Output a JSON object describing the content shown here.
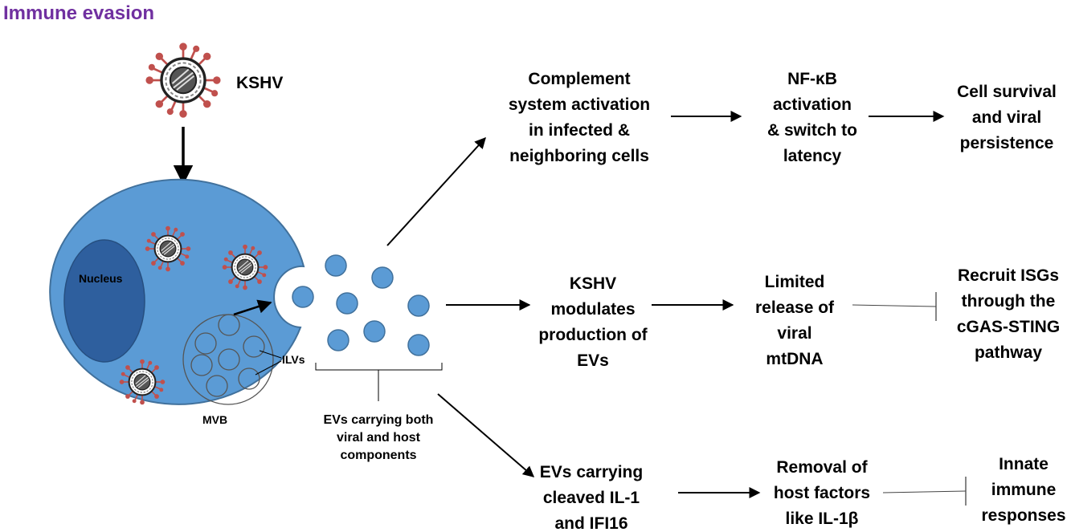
{
  "title": "Immune evasion",
  "virus_label": "KSHV",
  "cell": {
    "nucleus_label": "Nucleus",
    "mvb_label": "MVB",
    "ilv_label": "ILVs"
  },
  "ev_caption": [
    "EVs carrying both",
    "viral and host",
    "components"
  ],
  "nodes": {
    "complement": [
      "Complement",
      "system activation",
      "in infected &",
      "neighboring cells"
    ],
    "nfkb": [
      "NF-κB",
      "activation",
      "& switch to",
      "latency"
    ],
    "survival": [
      "Cell survival",
      "and viral",
      "persistence"
    ],
    "kshv_modulates": [
      "KSHV",
      "modulates",
      "production of",
      "EVs"
    ],
    "limited_release": [
      "Limited",
      "release of",
      "viral",
      "mtDNA"
    ],
    "recruit_isgs": [
      "Recruit ISGs",
      "through the",
      "cGAS-STING",
      "pathway"
    ],
    "evs_cleaved": [
      "EVs carrying",
      "cleaved IL-1",
      "and IFI16"
    ],
    "removal": [
      "Removal of",
      "host factors",
      "like IL-1β"
    ],
    "innate": [
      "Innate",
      "immune",
      "responses"
    ]
  },
  "colors": {
    "title": "#7030a0",
    "cell_fill": "#5b9bd5",
    "cell_stroke": "#41719c",
    "nucleus_fill": "#2e5f9e",
    "virus_spike": "#c0504d"
  }
}
